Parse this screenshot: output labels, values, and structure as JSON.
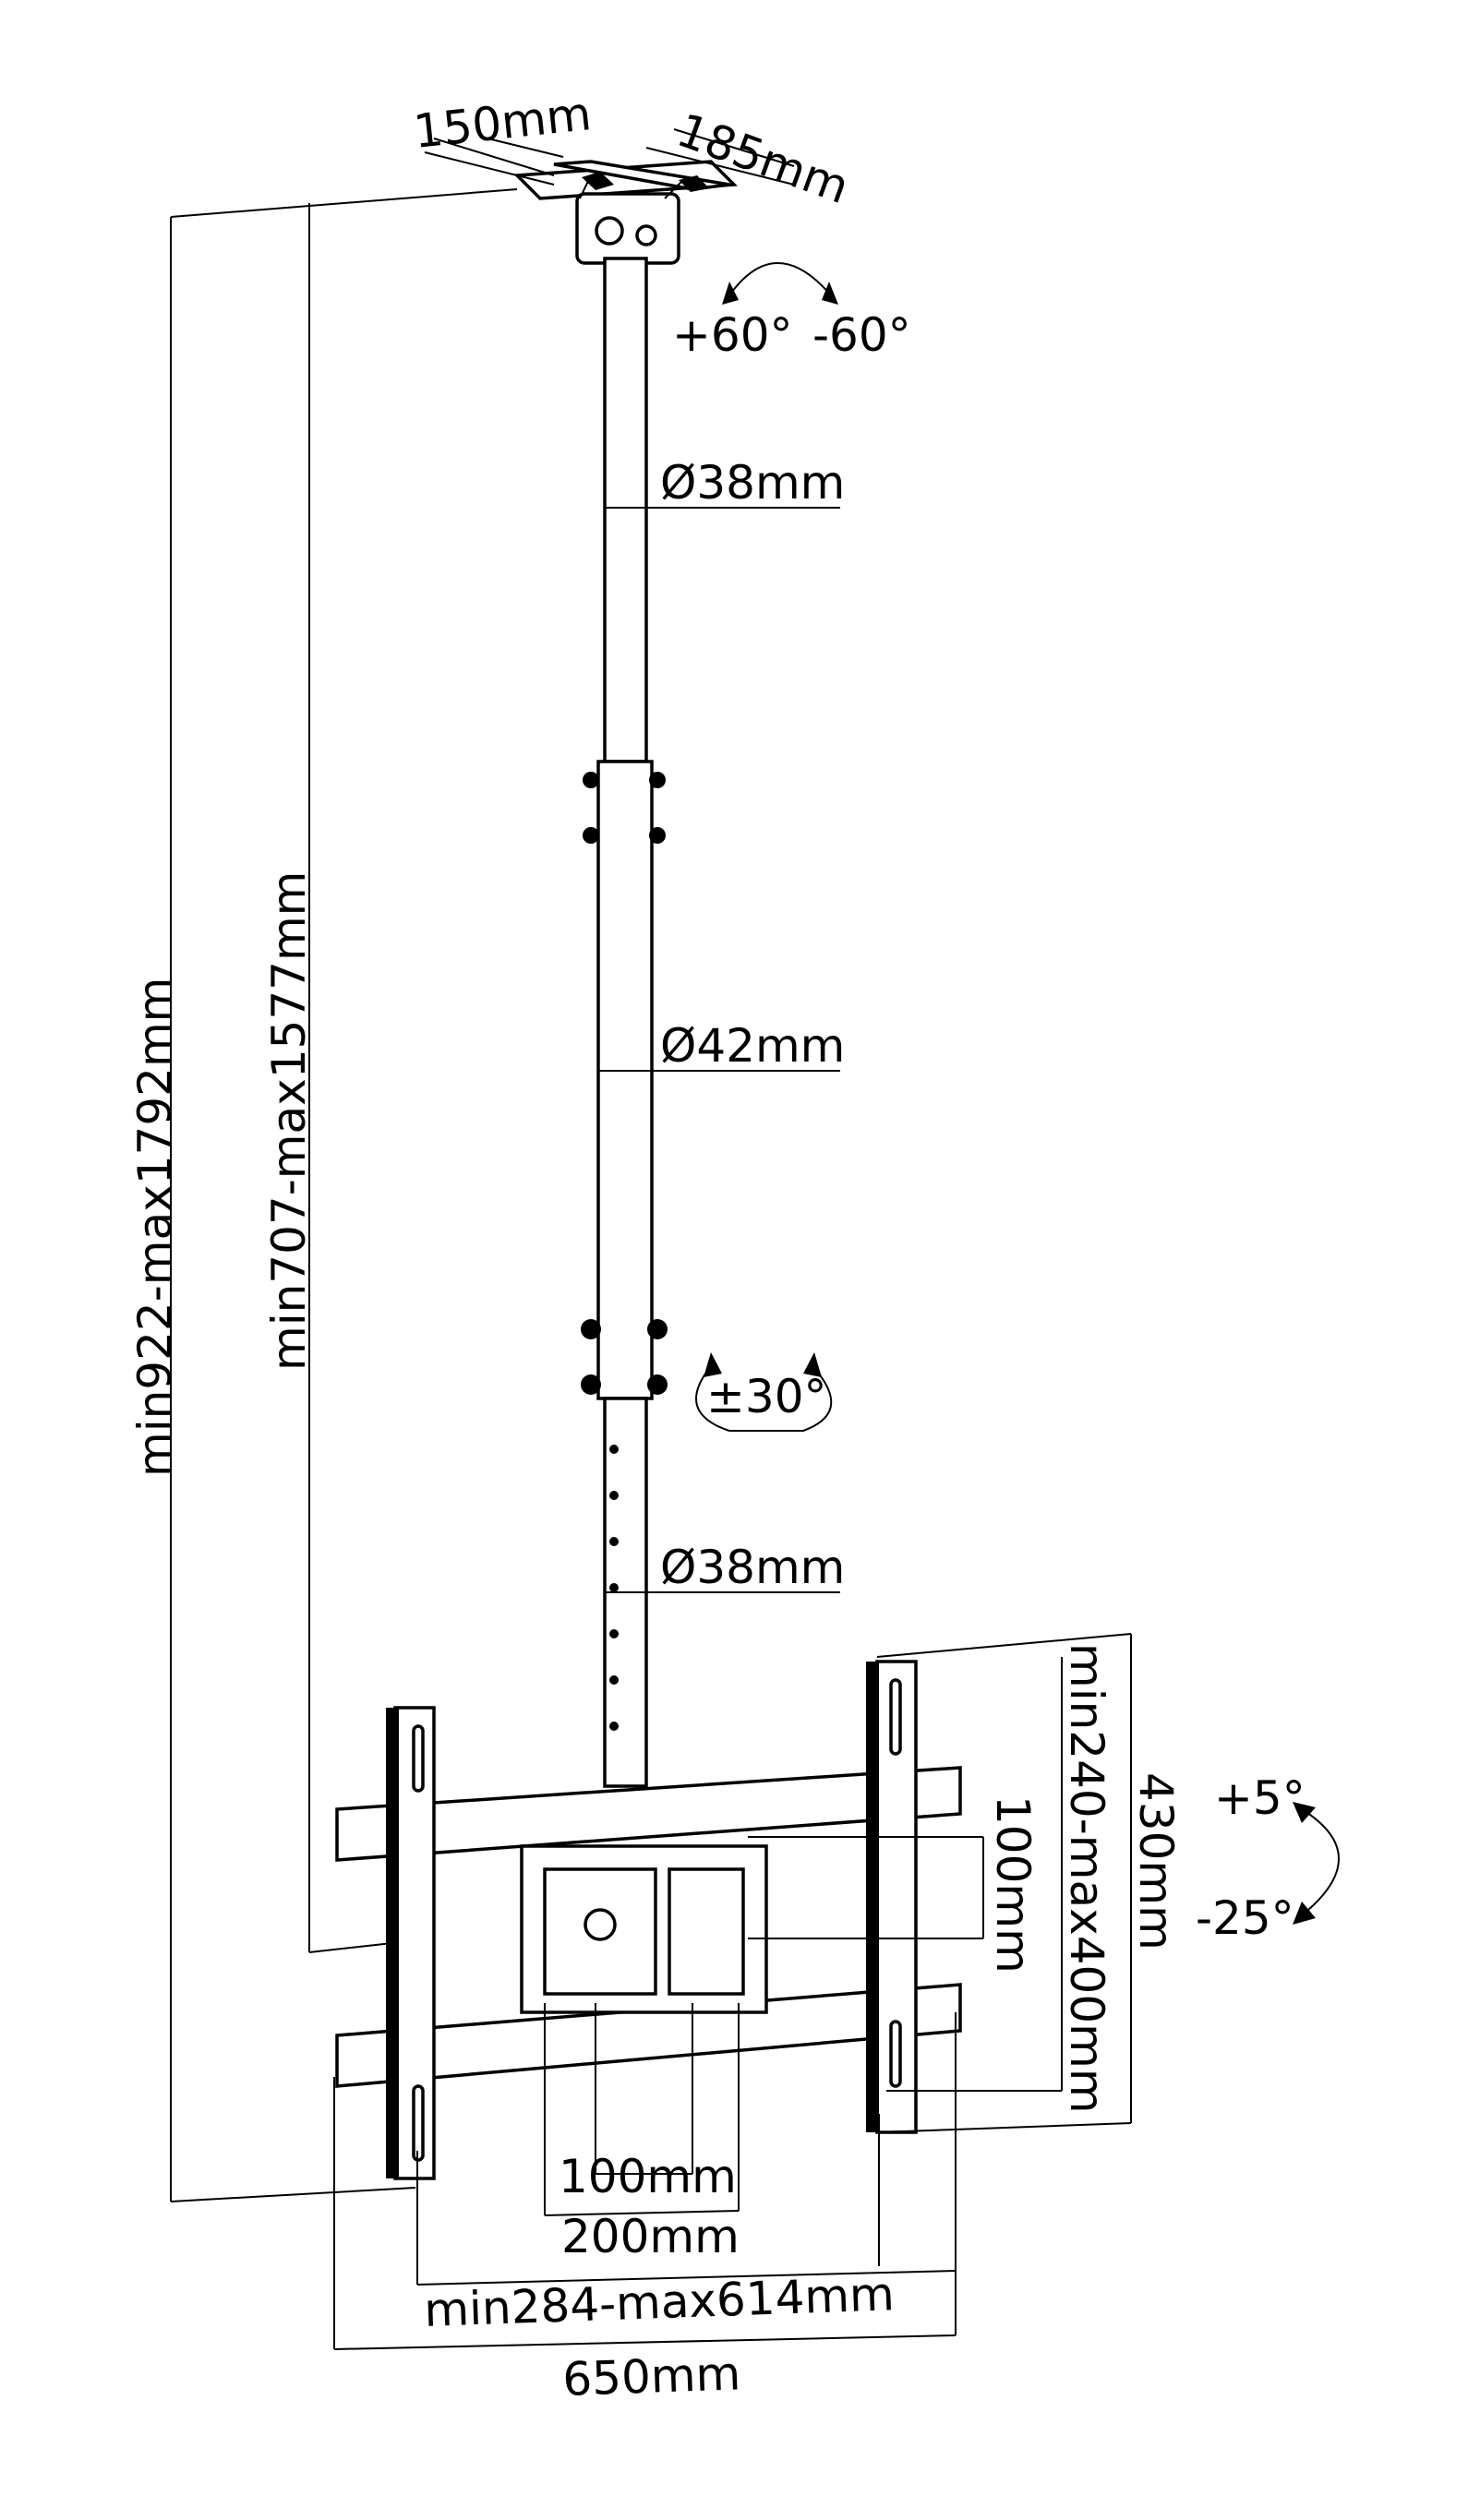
{
  "mount_dims": {
    "plate_width": "150mm",
    "plate_depth": "185mm",
    "swivel_pos": "+60°",
    "swivel_neg": "-60°",
    "pole_top_dia": "Ø38mm",
    "pole_mid_dia": "Ø42mm",
    "pole_bottom_dia": "Ø38mm",
    "rotation": "±30°",
    "total_height": "min922-max1792mm",
    "pole_height": "min707-max1577mm",
    "tilt_pos": "+5°",
    "tilt_neg": "-25°",
    "rail_height": "430mm",
    "rail_spacing": "min240-max400mm",
    "vesa_v": "100mm",
    "vesa_h100": "100mm",
    "vesa_h200": "200mm",
    "arm_spacing": "min284-max614mm",
    "frame_width": "650mm"
  }
}
